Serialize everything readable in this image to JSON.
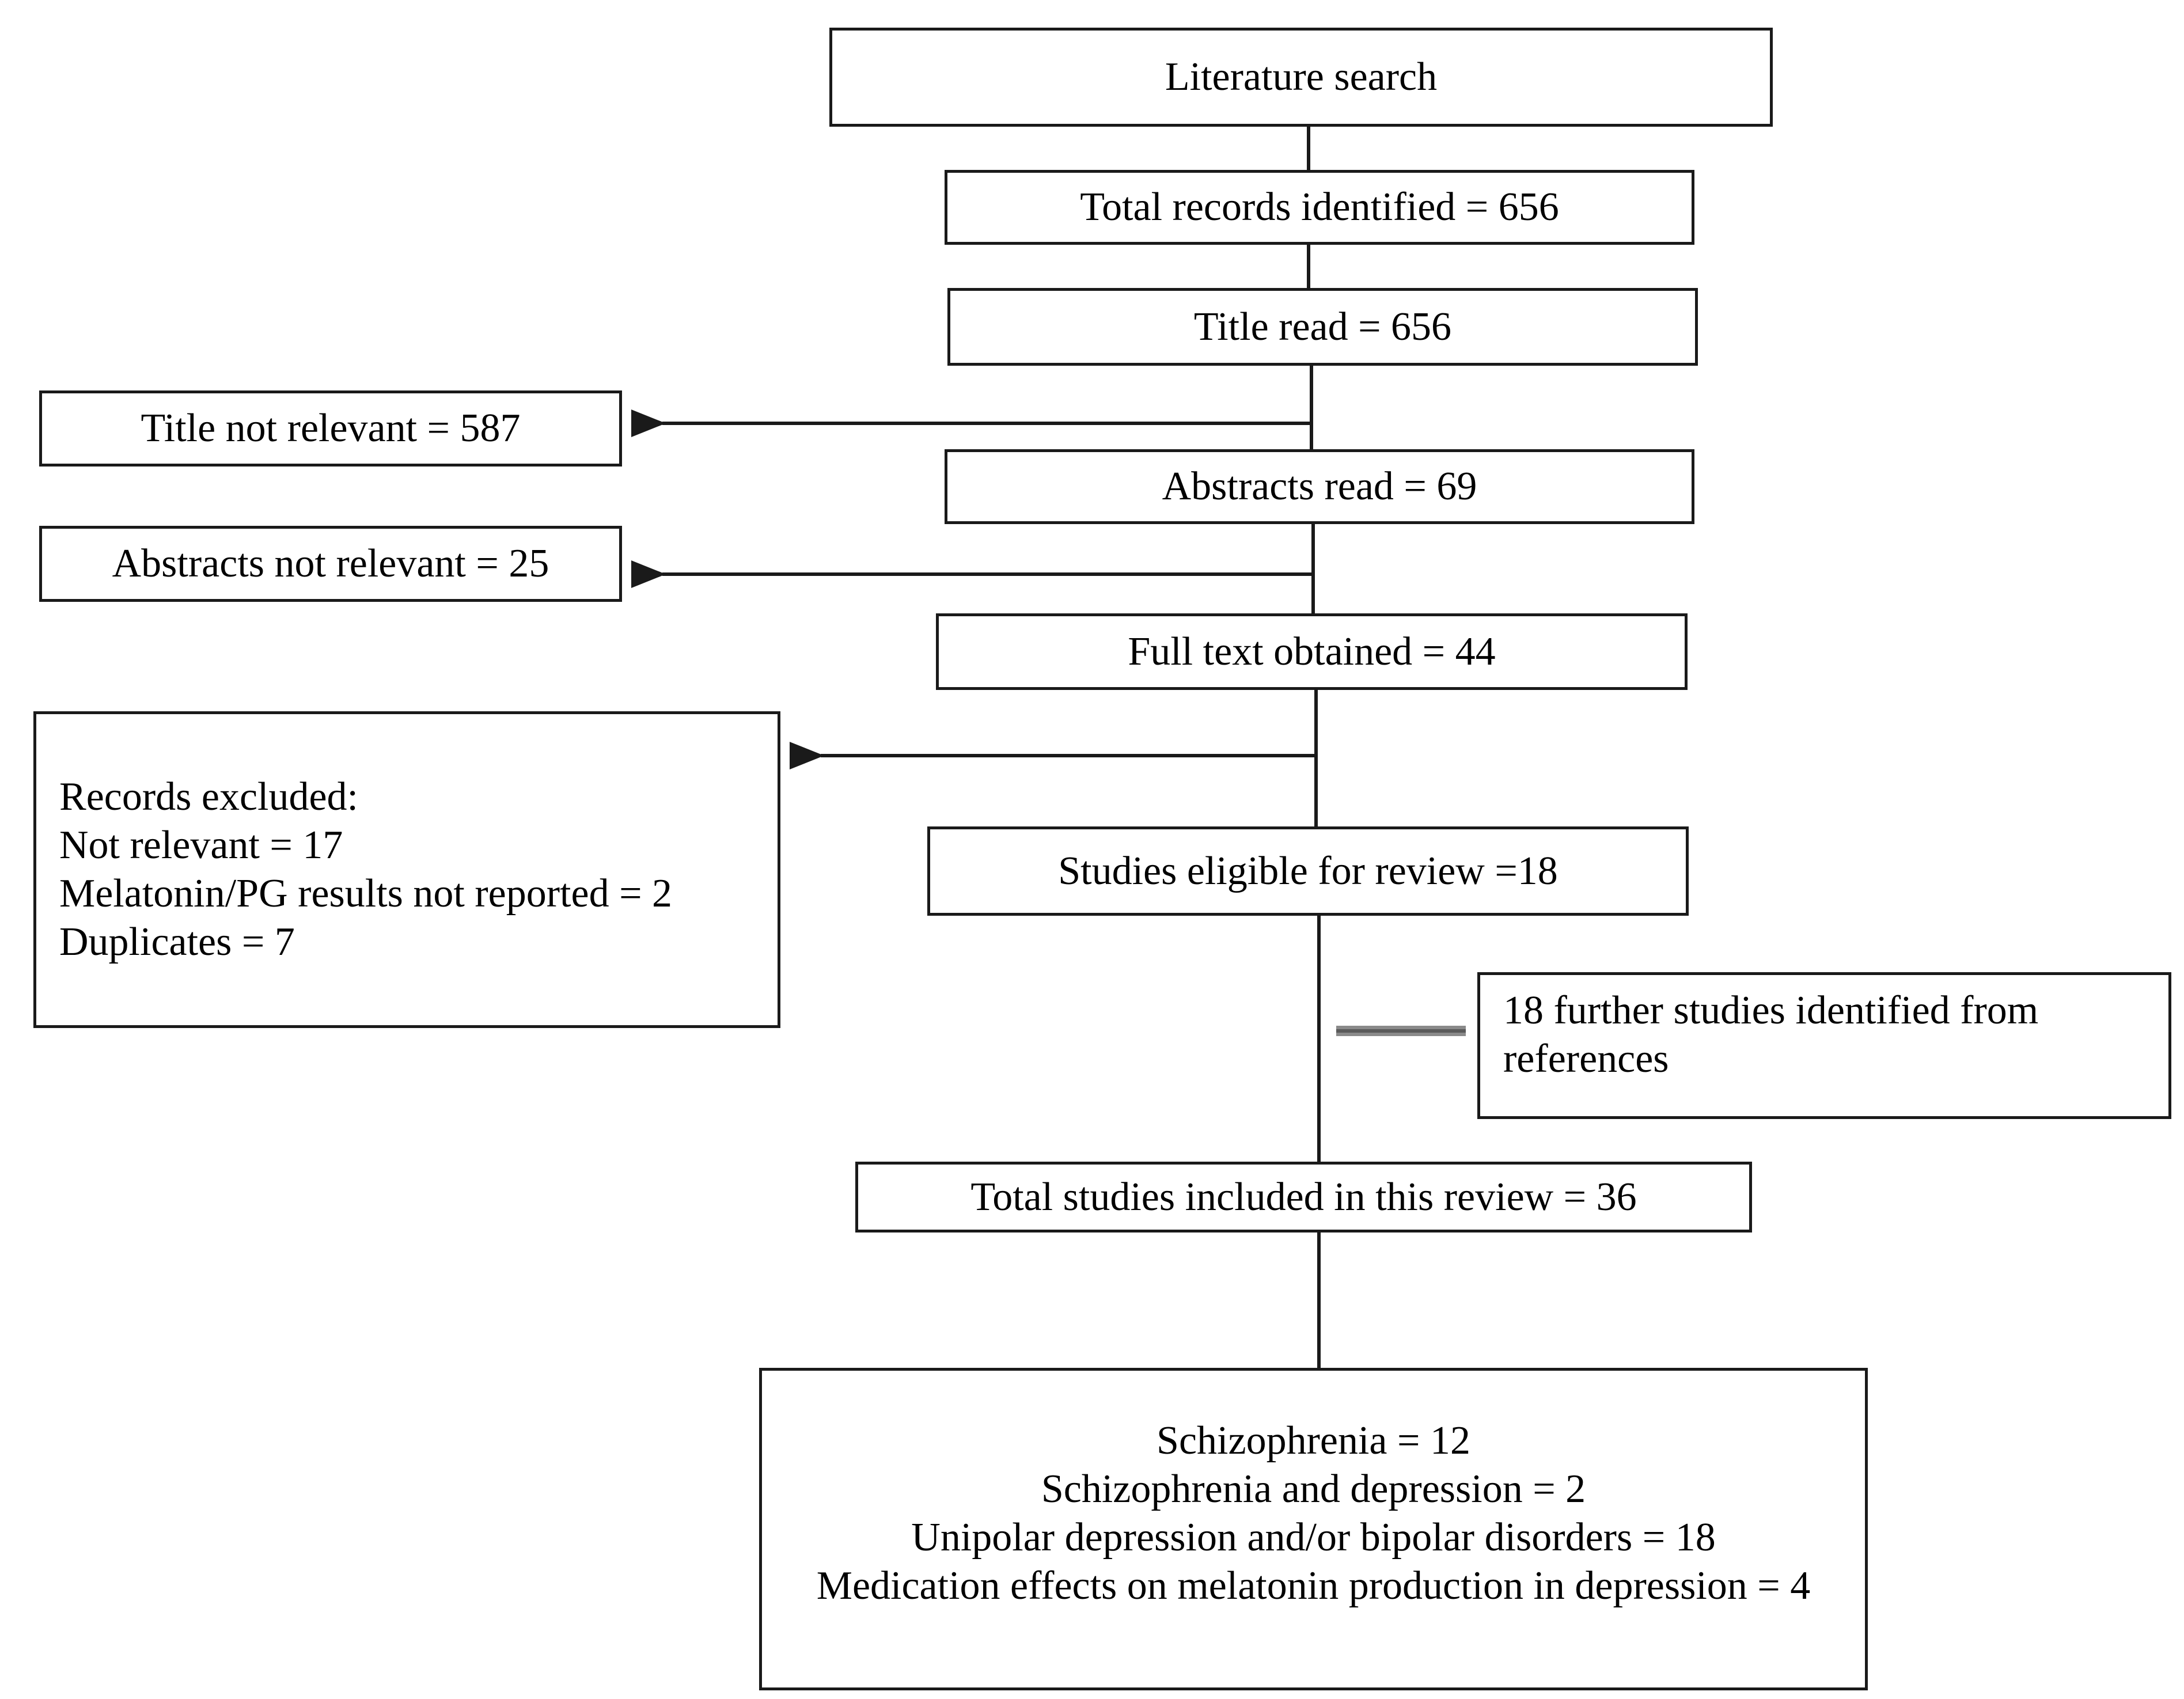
{
  "boxes": {
    "literature_search": "Literature search",
    "total_records": "Total records identified = 656",
    "title_read": "Title read = 656",
    "title_not_relevant": "Title not relevant = 587",
    "abstracts_read": "Abstracts read = 69",
    "abstracts_not_relevant": "Abstracts not relevant = 25",
    "full_text": "Full text obtained = 44",
    "records_excluded": [
      "Records excluded:",
      "Not relevant = 17",
      "Melatonin/PG results not reported = 2",
      "Duplicates = 7"
    ],
    "eligible": "Studies eligible for review =18",
    "further_studies": [
      "18 further studies identified from",
      "references"
    ],
    "total_included": "Total studies included in this review = 36",
    "categories": [
      "Schizophrenia = 12",
      "Schizophrenia and depression = 2",
      "Unipolar depression and/or bipolar disorders = 18",
      "Medication effects on melatonin production in depression = 4"
    ]
  }
}
